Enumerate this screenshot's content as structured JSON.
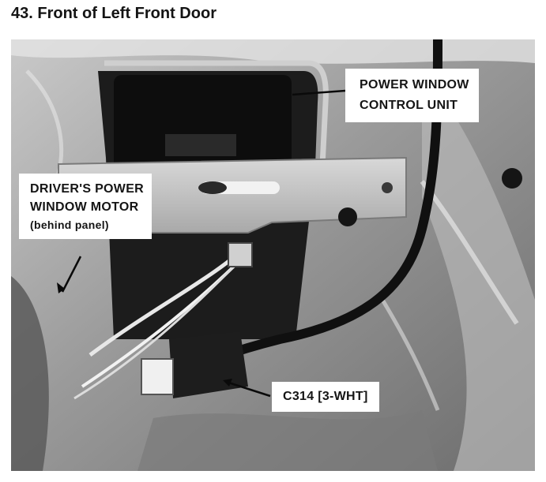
{
  "title": "43. Front of Left Front Door",
  "callouts": {
    "control_unit": {
      "line1": "POWER WINDOW",
      "line2": "CONTROL UNIT"
    },
    "motor": {
      "line1": "DRIVER'S POWER",
      "line2": "WINDOW MOTOR",
      "line3": "(behind panel)"
    },
    "connector": {
      "label": "C314 [3-WHT]"
    }
  },
  "colors": {
    "photo_background": "#8a8a8a",
    "label_background": "#ffffff",
    "label_text": "#151515"
  }
}
